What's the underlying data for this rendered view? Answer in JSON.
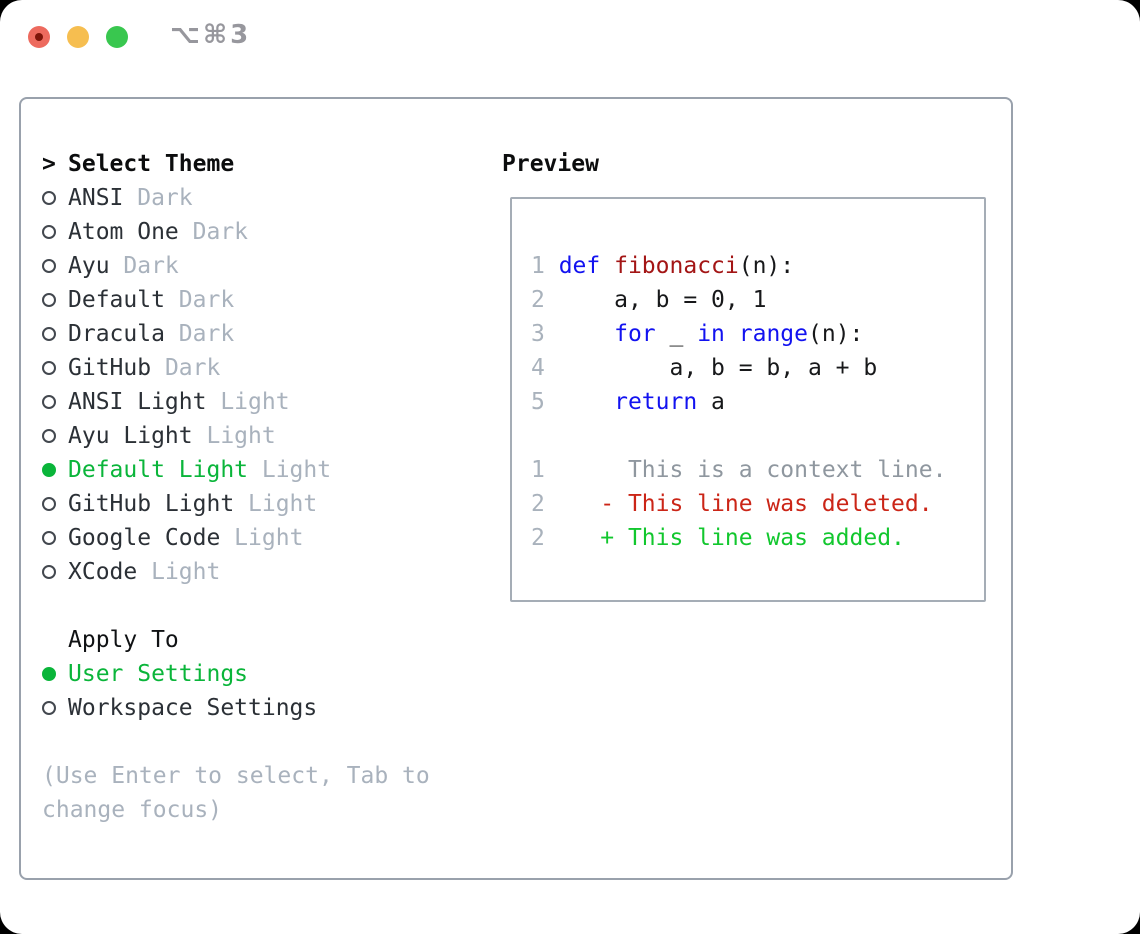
{
  "window": {
    "title": "⌥⌘3"
  },
  "theme_picker": {
    "header_prefix": ">",
    "header": "Select Theme",
    "items": [
      {
        "name": "ANSI",
        "variant": "Dark",
        "selected": false
      },
      {
        "name": "Atom One",
        "variant": "Dark",
        "selected": false
      },
      {
        "name": "Ayu",
        "variant": "Dark",
        "selected": false
      },
      {
        "name": "Default",
        "variant": "Dark",
        "selected": false
      },
      {
        "name": "Dracula",
        "variant": "Dark",
        "selected": false
      },
      {
        "name": "GitHub",
        "variant": "Dark",
        "selected": false
      },
      {
        "name": "ANSI Light",
        "variant": "Light",
        "selected": false
      },
      {
        "name": "Ayu Light",
        "variant": "Light",
        "selected": false
      },
      {
        "name": "Default Light",
        "variant": "Light",
        "selected": true
      },
      {
        "name": "GitHub Light",
        "variant": "Light",
        "selected": false
      },
      {
        "name": "Google Code",
        "variant": "Light",
        "selected": false
      },
      {
        "name": "XCode",
        "variant": "Light",
        "selected": false
      }
    ]
  },
  "apply_to": {
    "header": "Apply To",
    "options": [
      {
        "label": "User Settings",
        "selected": true
      },
      {
        "label": "Workspace Settings",
        "selected": false
      }
    ]
  },
  "help_text": "(Use Enter to select, Tab to change focus)",
  "preview": {
    "title": "Preview",
    "lines": [
      [
        [
          "1 ",
          "lineno"
        ],
        [
          "def",
          "keyword"
        ],
        [
          " ",
          "plain"
        ],
        [
          "fibonacci",
          "function"
        ],
        [
          "(n):",
          "plain"
        ]
      ],
      [
        [
          "2 ",
          "lineno"
        ],
        [
          "    a, b = 0, 1",
          "plain"
        ]
      ],
      [
        [
          "3 ",
          "lineno"
        ],
        [
          "    ",
          "plain"
        ],
        [
          "for",
          "keyword"
        ],
        [
          " _ ",
          "plain"
        ],
        [
          "in",
          "keyword"
        ],
        [
          " ",
          "plain"
        ],
        [
          "range",
          "keyword"
        ],
        [
          "(n):",
          "plain"
        ]
      ],
      [
        [
          "4 ",
          "lineno"
        ],
        [
          "        a, b = b, a + b",
          "plain"
        ]
      ],
      [
        [
          "5 ",
          "lineno"
        ],
        [
          "    ",
          "plain"
        ],
        [
          "return",
          "keyword"
        ],
        [
          " a",
          "plain"
        ]
      ],
      [],
      [
        [
          "1",
          "lineno"
        ],
        [
          "      ",
          "plain"
        ],
        [
          "This is a context line.",
          "context"
        ]
      ],
      [
        [
          "2",
          "lineno"
        ],
        [
          "    ",
          "plain"
        ],
        [
          "- This line was deleted.",
          "deleted"
        ]
      ],
      [
        [
          "2",
          "lineno"
        ],
        [
          "    ",
          "plain"
        ],
        [
          "+ This line was added.",
          "added"
        ]
      ]
    ]
  },
  "colors": {
    "selection_green": "#0ab53a",
    "keyword_blue": "#1212f0",
    "function_red": "#a31515",
    "diff_deleted_red": "#cb2517",
    "diff_added_green": "#12c72e",
    "muted_gray": "#a9b2bd",
    "context_gray": "#8f979f",
    "panel_border_gray": "#99a1ac",
    "traffic_close_red": "#ed6a5e",
    "traffic_minimize_yellow": "#f6be50",
    "traffic_zoom_green": "#39c74f"
  }
}
